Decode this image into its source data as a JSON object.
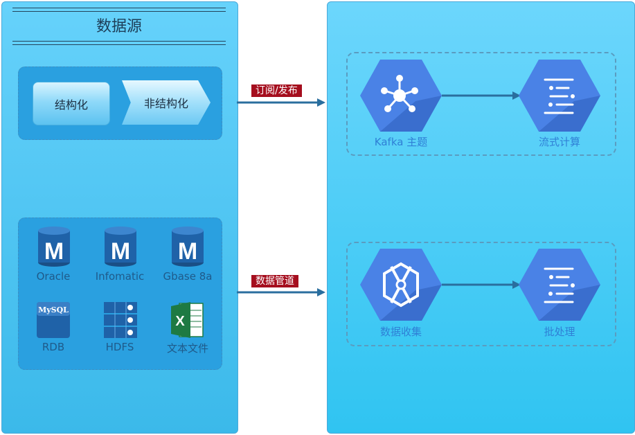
{
  "source_panel": {
    "title": "数据源",
    "structure_buttons": {
      "structured": "结构化",
      "unstructured": "非结构化"
    },
    "sources": [
      {
        "name": "Oracle",
        "icon": "database-m-icon"
      },
      {
        "name": "Infomatic",
        "icon": "database-m-icon"
      },
      {
        "name": "Gbase 8a",
        "icon": "database-m-icon"
      },
      {
        "name": "RDB",
        "icon": "mysql-icon",
        "icon_text": "MySQL"
      },
      {
        "name": "HDFS",
        "icon": "hdfs-rack-icon"
      },
      {
        "name": "文本文件",
        "icon": "excel-icon",
        "icon_text": "X"
      }
    ]
  },
  "connectors": {
    "top": "订阅/发布",
    "bottom": "数据管道"
  },
  "processing": {
    "streaming": {
      "source": "Kafka 主题",
      "sink": "流式计算"
    },
    "batch": {
      "source": "数据收集",
      "sink": "批处理"
    }
  },
  "colors": {
    "hexagon_fill": "#4a82e6",
    "hexagon_shadow": "#2d5fb9",
    "connector_label_bg": "#a50e1e",
    "arrow": "#2a6e9e"
  }
}
